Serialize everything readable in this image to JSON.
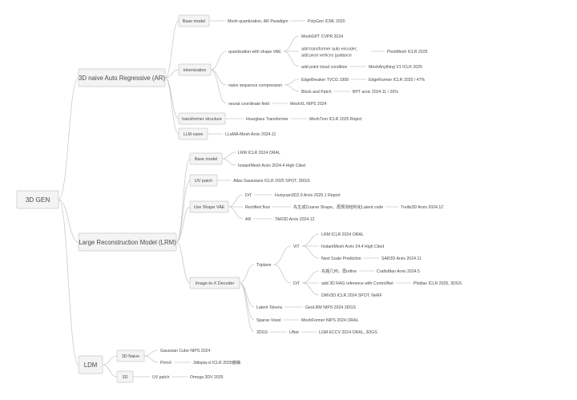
{
  "map": {
    "label": "3D GEN",
    "children": [
      {
        "label": "3D naive Auto Regressive (AR)",
        "children": [
          {
            "label": "Base model",
            "children": [
              {
                "label": "Mesh quantization, AR Paradigm",
                "children": [
                  {
                    "label": "PolyGen ICML 2020"
                  }
                ]
              }
            ]
          },
          {
            "label": "tokenization",
            "children": [
              {
                "label": "quantization with shape VAE",
                "children": [
                  {
                    "label": "MeshGPT CVPR 2024"
                  },
                  {
                    "label": "add transformer auto encoder; add pivot vertices guidance",
                    "children": [
                      {
                        "label": "PivotMesh ICLR 2025"
                      }
                    ]
                  },
                  {
                    "label": "add point cloud condition",
                    "children": [
                      {
                        "label": "MeshAnything V1 ICLR 2025"
                      }
                    ]
                  }
                ]
              },
              {
                "label": "naive sequence compression",
                "children": [
                  {
                    "label": "EdgeBreaker TVCG 1999",
                    "children": [
                      {
                        "label": "EdgeRunner ICLR 2025 / 47%"
                      }
                    ]
                  },
                  {
                    "label": "Block and Patch",
                    "children": [
                      {
                        "label": "BPT arxiv 2024.11 / 26%"
                      }
                    ]
                  }
                ]
              },
              {
                "label": "neural coordinate field",
                "children": [
                  {
                    "label": "MeshXL NIPS 2024"
                  }
                ]
              }
            ]
          },
          {
            "label": "transformer structure",
            "children": [
              {
                "label": "Hourglass Transformer",
                "children": [
                  {
                    "label": "MeshTron ICLR 2025 Reject"
                  }
                ]
              }
            ]
          },
          {
            "label": "LLM naive",
            "children": [
              {
                "label": "LLaMA-Mesh Arxiv 2024.11"
              }
            ]
          }
        ]
      },
      {
        "label": "Large Reconstruction Model (LRM)",
        "children": [
          {
            "label": "Base model",
            "children": [
              {
                "label": "LRM ICLR 2024 ORAL"
              },
              {
                "label": "InstantMesh Arxiv 2024.4 High Cited"
              }
            ]
          },
          {
            "label": "UV patch",
            "children": [
              {
                "label": "Atlas Gaussians ICLR 2025 SPOT, 3DGS"
              }
            ]
          },
          {
            "label": "Use Shape VAE",
            "children": [
              {
                "label": "DiT",
                "children": [
                  {
                    "label": "Hunyuan3D2.0 Arxiv 2025.1 Report"
                  }
                ]
              },
              {
                "label": "Rectified flow",
                "children": [
                  {
                    "label": "先生成Coarse Shape，再预测结构化Latent code",
                    "children": [
                      {
                        "label": "Trellis3D Arxiv 2024.12"
                      }
                    ]
                  }
                ]
              },
              {
                "label": "AR",
                "children": [
                  {
                    "label": "TAR3D Arxiv 2024.12"
                  }
                ]
              }
            ]
          },
          {
            "label": "Image-to-X Decoder",
            "children": [
              {
                "label": "Triplane",
                "children": [
                  {
                    "label": "ViT",
                    "children": [
                      {
                        "label": "LRM ICLR 2024 ORAL"
                      },
                      {
                        "label": "InstantMesh Arxiv 24.4 High Cited"
                      },
                      {
                        "label": "Next Scale Prediction",
                        "children": [
                          {
                            "label": "SAR3D Arxiv 2024.11"
                          }
                        ]
                      }
                    ]
                  },
                  {
                    "label": "DiT",
                    "children": [
                      {
                        "label": "先粗几何，再refine",
                        "children": [
                          {
                            "label": "CraftsMan Arxiv 2024.5"
                          }
                        ]
                      },
                      {
                        "label": "add 3D RAG reference with ControlNet",
                        "children": [
                          {
                            "label": "Phidias ICLR 2025, 3DGS"
                          }
                        ]
                      },
                      {
                        "label": "DMV3D ICLR 2024 SPOT, NeRF"
                      }
                    ]
                  }
                ]
              },
              {
                "label": "Latent Tokens",
                "children": [
                  {
                    "label": "GeoLRM NIPS 2024 3DGS"
                  }
                ]
              },
              {
                "label": "Sparse Voxel",
                "children": [
                  {
                    "label": "MeshFormer NIPS 2024 ORAL"
                  }
                ]
              },
              {
                "label": "3DGS",
                "children": [
                  {
                    "label": "UNet",
                    "children": [
                      {
                        "label": "LGM ECCV 2024 ORAL, 3DGS"
                      }
                    ]
                  }
                ]
              }
            ]
          }
        ]
      },
      {
        "label": "LDM",
        "children": [
          {
            "label": "3D Naive",
            "children": [
              {
                "label": "Gaussian Cube NIPS 2024"
              },
              {
                "label": "PrimX",
                "children": [
                  {
                    "label": "3dtopia-xl ICLR 2025撤稿"
                  }
                ]
              }
            ]
          },
          {
            "label": "3D",
            "children": [
              {
                "label": "UV patch",
                "children": [
                  {
                    "label": "Omega 3DV 2025"
                  }
                ]
              }
            ]
          }
        ]
      }
    ]
  }
}
